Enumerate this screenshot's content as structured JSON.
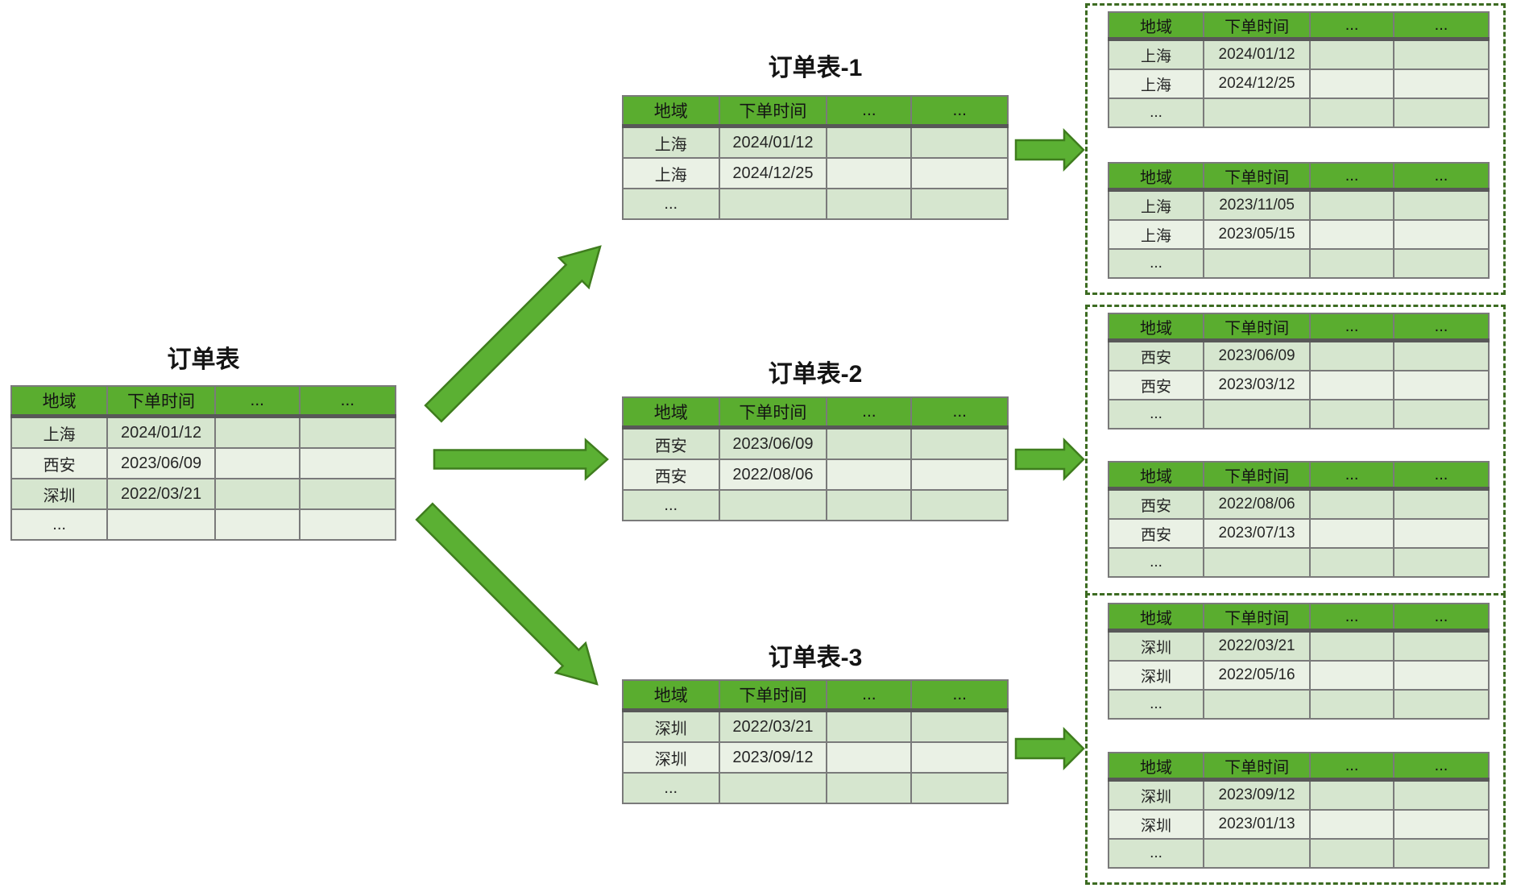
{
  "colors": {
    "header_green": "#5aad2f",
    "arrow_green": "#5bb033",
    "arrow_border": "#3f7d1e",
    "row_dark": "#d6e6cf",
    "row_light": "#eaf1e5",
    "grid_border": "#7a7a7a",
    "header_underline": "#585858",
    "dashed_border": "#3c6b21"
  },
  "columns": [
    "地域",
    "下单时间",
    "...",
    "..."
  ],
  "source_table": {
    "title": "订单表",
    "rows": [
      [
        "上海",
        "2024/01/12",
        "",
        ""
      ],
      [
        "西安",
        "2023/06/09",
        "",
        ""
      ],
      [
        "深圳",
        "2022/03/21",
        "",
        ""
      ],
      [
        "...",
        "",
        "",
        ""
      ]
    ]
  },
  "shard_tables": [
    {
      "title": "订单表-1",
      "rows": [
        [
          "上海",
          "2024/01/12",
          "",
          ""
        ],
        [
          "上海",
          "2024/12/25",
          "",
          ""
        ],
        [
          "...",
          "",
          "",
          ""
        ]
      ]
    },
    {
      "title": "订单表-2",
      "rows": [
        [
          "西安",
          "2023/06/09",
          "",
          ""
        ],
        [
          "西安",
          "2022/08/06",
          "",
          ""
        ],
        [
          "...",
          "",
          "",
          ""
        ]
      ]
    },
    {
      "title": "订单表-3",
      "rows": [
        [
          "深圳",
          "2022/03/21",
          "",
          ""
        ],
        [
          "深圳",
          "2023/09/12",
          "",
          ""
        ],
        [
          "...",
          "",
          "",
          ""
        ]
      ]
    }
  ],
  "partition_groups": [
    {
      "tables": [
        {
          "rows": [
            [
              "上海",
              "2024/01/12",
              "",
              ""
            ],
            [
              "上海",
              "2024/12/25",
              "",
              ""
            ],
            [
              "...",
              "",
              "",
              ""
            ]
          ]
        },
        {
          "rows": [
            [
              "上海",
              "2023/11/05",
              "",
              ""
            ],
            [
              "上海",
              "2023/05/15",
              "",
              ""
            ],
            [
              "...",
              "",
              "",
              ""
            ]
          ]
        }
      ]
    },
    {
      "tables": [
        {
          "rows": [
            [
              "西安",
              "2023/06/09",
              "",
              ""
            ],
            [
              "西安",
              "2023/03/12",
              "",
              ""
            ],
            [
              "...",
              "",
              "",
              ""
            ]
          ]
        },
        {
          "rows": [
            [
              "西安",
              "2022/08/06",
              "",
              ""
            ],
            [
              "西安",
              "2023/07/13",
              "",
              ""
            ],
            [
              "...",
              "",
              "",
              ""
            ]
          ]
        }
      ]
    },
    {
      "tables": [
        {
          "rows": [
            [
              "深圳",
              "2022/03/21",
              "",
              ""
            ],
            [
              "深圳",
              "2022/05/16",
              "",
              ""
            ],
            [
              "...",
              "",
              "",
              ""
            ]
          ]
        },
        {
          "rows": [
            [
              "深圳",
              "2023/09/12",
              "",
              ""
            ],
            [
              "深圳",
              "2023/01/13",
              "",
              ""
            ],
            [
              "...",
              "",
              "",
              ""
            ]
          ]
        }
      ]
    }
  ]
}
